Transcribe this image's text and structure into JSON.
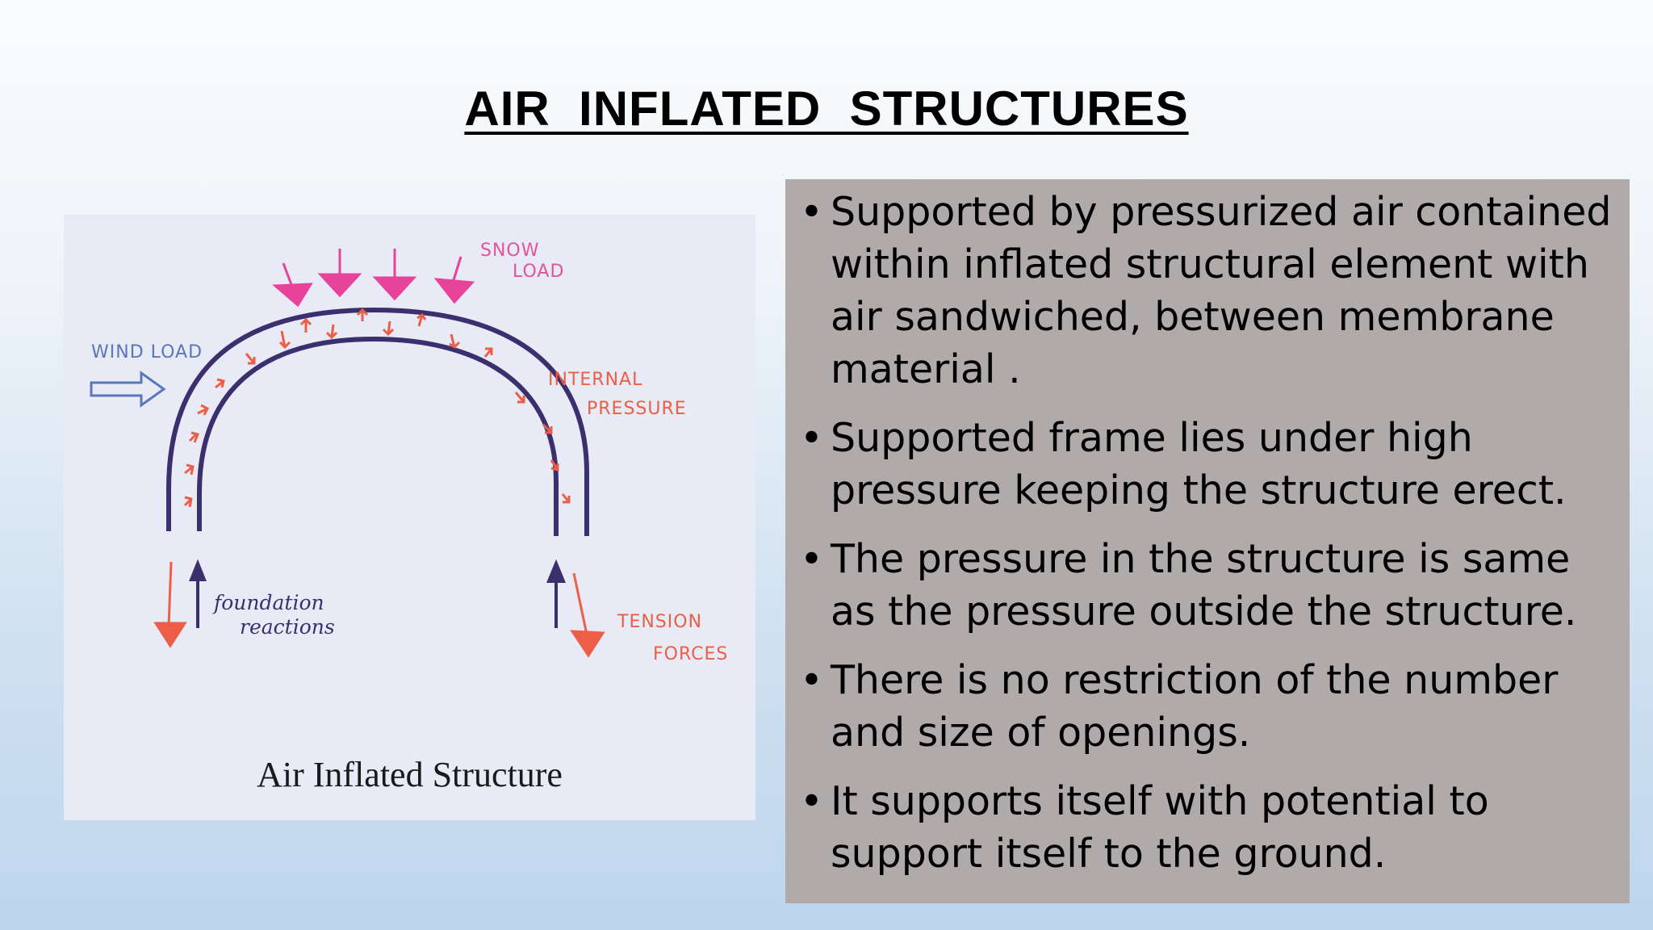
{
  "slide": {
    "title": "AIR  INFLATED  STRUCTURES"
  },
  "figure": {
    "caption": "Air Inflated Structure",
    "labels": {
      "snow": "SNOW",
      "snow_load": "LOAD",
      "wind_load": "WIND LOAD",
      "internal": "INTERNAL",
      "pressure": "PRESSURE",
      "foundation": "foundation",
      "reactions": "reactions",
      "tension": "TENSION",
      "forces": "FORCES"
    },
    "colors": {
      "snow_load": "#e8439a",
      "wind_load": "#5a78b8",
      "internal_pressure": "#ec5e48",
      "arch": "#3c2f6e",
      "foundation": "#3c2f6e",
      "tension": "#ec5e48"
    }
  },
  "bullets": {
    "bullet_char": "•",
    "items": [
      "Supported by pressurized air contained within inflated structural element with air sandwiched, between membrane material .",
      "Supported frame lies under high pressure keeping the structure erect.",
      "The pressure in the structure is same as the pressure outside the structure.",
      "There is no restriction of the number and size of openings.",
      "It supports itself with potential to support itself to the ground."
    ]
  }
}
